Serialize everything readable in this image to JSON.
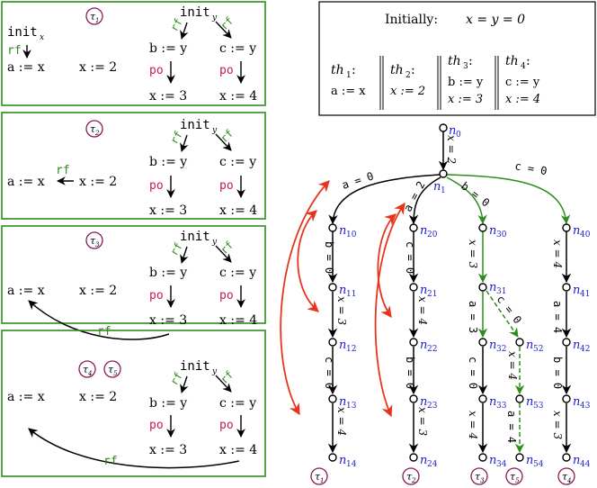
{
  "colors": {
    "green": "#2e8b1e",
    "red": "#e8341c",
    "po": "#c8175d",
    "blue": "#2020d0",
    "circle": "#8b1a5a",
    "black": "#000000"
  },
  "labels": {
    "init_x": "init",
    "init_x_sub": "x",
    "init_y": "init",
    "init_y_sub": "y",
    "rf": "rf",
    "po": "po",
    "a_read_x": "a := x",
    "x_assign_2": "x := 2",
    "b_read_y": "b := y",
    "c_read_y": "c := y",
    "x_assign_3": "x := 3",
    "x_assign_4": "x := 4"
  },
  "executions": [
    {
      "tag_labels": [
        "τ",
        "1"
      ]
    },
    {
      "tag_labels": [
        "τ",
        "2"
      ]
    },
    {
      "tag_labels": [
        "τ",
        "3"
      ]
    },
    {
      "tag_labels": [
        "τ",
        "4",
        "τ",
        "5"
      ]
    }
  ],
  "program": {
    "initially": "Initially:",
    "init_cond": "x = y = 0",
    "threads": [
      {
        "name": "th",
        "sub": "1",
        "lines": [
          "a := x"
        ]
      },
      {
        "name": "th",
        "sub": "2",
        "lines": [
          "x := 2"
        ]
      },
      {
        "name": "th",
        "sub": "3",
        "lines": [
          "b := y",
          "x := 3"
        ]
      },
      {
        "name": "th",
        "sub": "4",
        "lines": [
          "c := y",
          "x := 4"
        ]
      }
    ]
  },
  "tree": {
    "nodes": [
      {
        "id": "n0",
        "label": "n",
        "sub": "0"
      },
      {
        "id": "n1",
        "label": "n",
        "sub": "1"
      },
      {
        "id": "n10",
        "label": "n",
        "sub": "10"
      },
      {
        "id": "n11",
        "label": "n",
        "sub": "11"
      },
      {
        "id": "n12",
        "label": "n",
        "sub": "12"
      },
      {
        "id": "n13",
        "label": "n",
        "sub": "13"
      },
      {
        "id": "n14",
        "label": "n",
        "sub": "14"
      },
      {
        "id": "n20",
        "label": "n",
        "sub": "20"
      },
      {
        "id": "n21",
        "label": "n",
        "sub": "21"
      },
      {
        "id": "n22",
        "label": "n",
        "sub": "22"
      },
      {
        "id": "n23",
        "label": "n",
        "sub": "23"
      },
      {
        "id": "n24",
        "label": "n",
        "sub": "24"
      },
      {
        "id": "n30",
        "label": "n",
        "sub": "30"
      },
      {
        "id": "n31",
        "label": "n",
        "sub": "31"
      },
      {
        "id": "n32",
        "label": "n",
        "sub": "32"
      },
      {
        "id": "n33",
        "label": "n",
        "sub": "33"
      },
      {
        "id": "n34",
        "label": "n",
        "sub": "34"
      },
      {
        "id": "n52",
        "label": "n",
        "sub": "52"
      },
      {
        "id": "n53",
        "label": "n",
        "sub": "53"
      },
      {
        "id": "n54",
        "label": "n",
        "sub": "54"
      },
      {
        "id": "n40",
        "label": "n",
        "sub": "40"
      },
      {
        "id": "n41",
        "label": "n",
        "sub": "41"
      },
      {
        "id": "n42",
        "label": "n",
        "sub": "42"
      },
      {
        "id": "n43",
        "label": "n",
        "sub": "43"
      },
      {
        "id": "n44",
        "label": "n",
        "sub": "44"
      }
    ],
    "edges": [
      {
        "from": "n0",
        "to": "n1",
        "label": "x = 2"
      },
      {
        "from": "n1",
        "to": "n10",
        "label": "a = 0"
      },
      {
        "from": "n10",
        "to": "n11",
        "label": "b = 0"
      },
      {
        "from": "n11",
        "to": "n12",
        "label": "x = 3"
      },
      {
        "from": "n12",
        "to": "n13",
        "label": "c = 0"
      },
      {
        "from": "n13",
        "to": "n14",
        "label": "x = 4"
      },
      {
        "from": "n1",
        "to": "n20",
        "label": "a = 2"
      },
      {
        "from": "n20",
        "to": "n21",
        "label": "c = 0"
      },
      {
        "from": "n21",
        "to": "n22",
        "label": "x = 4"
      },
      {
        "from": "n22",
        "to": "n23",
        "label": "b = 0"
      },
      {
        "from": "n23",
        "to": "n24",
        "label": "x = 3"
      },
      {
        "from": "n1",
        "to": "n30",
        "label": "b = 0"
      },
      {
        "from": "n30",
        "to": "n31",
        "label": "x = 3"
      },
      {
        "from": "n31",
        "to": "n32",
        "label": "a = 3"
      },
      {
        "from": "n32",
        "to": "n33",
        "label": "c = 0"
      },
      {
        "from": "n33",
        "to": "n34",
        "label": "x = 4"
      },
      {
        "from": "n31",
        "to": "n52",
        "label": "c = 0"
      },
      {
        "from": "n52",
        "to": "n53",
        "label": "x = 4"
      },
      {
        "from": "n53",
        "to": "n54",
        "label": "a = 4"
      },
      {
        "from": "n1",
        "to": "n40",
        "label": "c = 0"
      },
      {
        "from": "n40",
        "to": "n41",
        "label": "x = 4"
      },
      {
        "from": "n41",
        "to": "n42",
        "label": "a = 4"
      },
      {
        "from": "n42",
        "to": "n43",
        "label": "b = 0"
      },
      {
        "from": "n43",
        "to": "n44",
        "label": "x = 3"
      }
    ],
    "leaf_tags": [
      {
        "labels": [
          "τ",
          "1"
        ]
      },
      {
        "labels": [
          "τ",
          "2"
        ]
      },
      {
        "labels": [
          "τ",
          "3"
        ]
      },
      {
        "labels": [
          "τ",
          "5"
        ]
      },
      {
        "labels": [
          "τ",
          "4"
        ]
      }
    ]
  }
}
